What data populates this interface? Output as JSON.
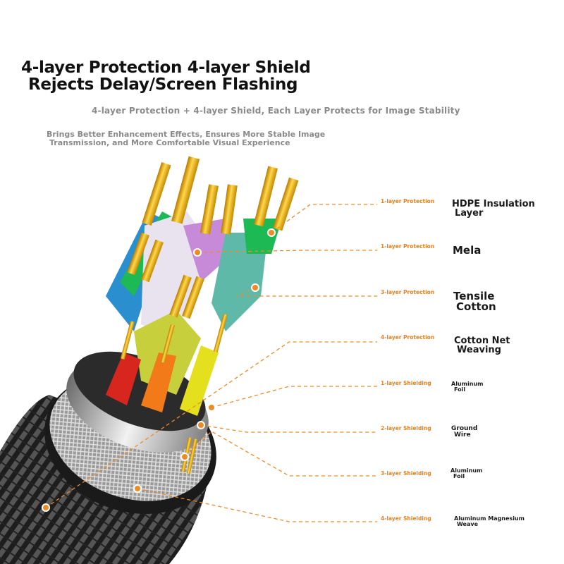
{
  "headline": {
    "line1": "4-layer Protection 4-layer Shield",
    "line2": "Rejects Delay/Screen Flashing"
  },
  "subtitle": "4-layer Protection + 4-layer Shield, Each Layer Protects for Image Stability",
  "description": {
    "line1": "Brings Better Enhancement Effects, Ensures More Stable Image",
    "line2": "Transmission, and More Comfortable Visual Experience"
  },
  "layers": [
    {
      "tag": "1-layer Protection",
      "name1": "HDPE Insulation",
      "name2": "Layer"
    },
    {
      "tag": "1-layer Protection",
      "name1": "Mela",
      "name2": ""
    },
    {
      "tag": "3-layer Protection",
      "name1": "Tensile",
      "name2": "Cotton"
    },
    {
      "tag": "4-layer Protection",
      "name1": "Cotton Net",
      "name2": "Weaving"
    },
    {
      "tag": "1-layer Shielding",
      "name1": "Aluminum",
      "name2": "Foil"
    },
    {
      "tag": "2-layer Shielding",
      "name1": "Ground",
      "name2": "Wire"
    },
    {
      "tag": "3-layer Shielding",
      "name1": "Aluminum",
      "name2": "Foil"
    },
    {
      "tag": "4-layer Shielding",
      "name1": "Aluminum Magnesium",
      "name2": "Weave"
    }
  ],
  "colors": {
    "accent": "#f08a24",
    "braid": "#2a2a2a",
    "gold": "#e8b100"
  }
}
